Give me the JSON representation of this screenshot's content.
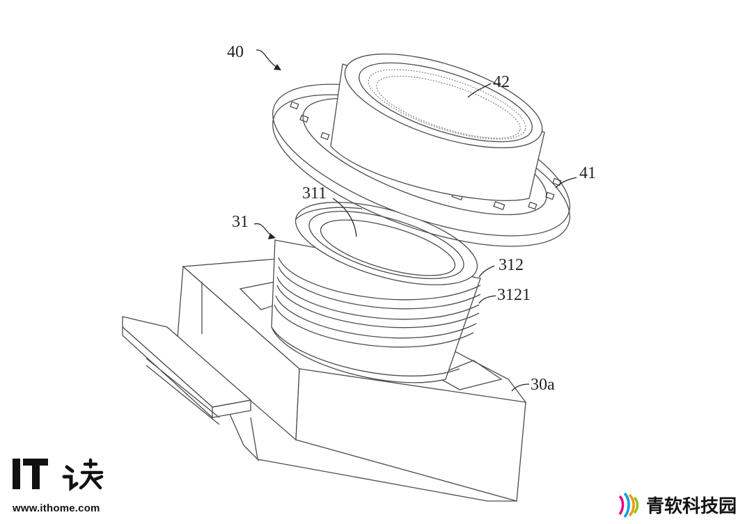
{
  "labels": {
    "l40": "40",
    "l42": "42",
    "l41": "41",
    "l311": "311",
    "l31": "31",
    "l312": "312",
    "l3121": "3121",
    "l30a": "30a"
  },
  "watermarks": {
    "left_logo": "IT之家",
    "left_url": "www.ithome.com",
    "right_text": "青软科技园"
  },
  "colors": {
    "line": "#4a4a4a",
    "text": "#222222",
    "background": "#ffffff"
  }
}
